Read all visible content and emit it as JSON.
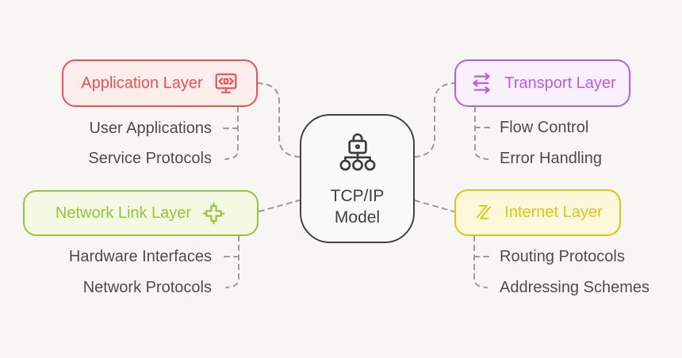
{
  "colors": {
    "page_bg": "#f7f6f4",
    "connector": "#9b9b9b",
    "subitem_text": "#4c4c4c",
    "center_border": "#414141",
    "center_bg": "#f9f9f7",
    "center_text": "#3e3e3e",
    "application_accent": "#ed5350",
    "application_bg": "#fdeded",
    "transport_accent": "#b95fdc",
    "transport_bg": "#faeffd",
    "network_link_accent": "#94c53c",
    "network_link_bg": "#f3f9e2",
    "internet_accent": "#ddc517",
    "internet_bg": "#fcf8d9"
  },
  "center": {
    "line1": "TCP/IP",
    "line2": "Model",
    "icon": "lock-network-icon"
  },
  "layers": {
    "application": {
      "label": "Application Layer",
      "icon": "code-monitor-icon",
      "items": [
        "User Applications",
        "Service Protocols"
      ]
    },
    "transport": {
      "label": "Transport Layer",
      "icon": "transfer-arrows-icon",
      "items": [
        "Flow Control",
        "Error Handling"
      ]
    },
    "network_link": {
      "label": "Network Link Layer",
      "icon": "network-node-icon",
      "items": [
        "Hardware Interfaces",
        "Network Protocols"
      ]
    },
    "internet": {
      "label": "Internet Layer",
      "icon": "route-slashes-icon",
      "items": [
        "Routing Protocols",
        "Addressing Schemes"
      ]
    }
  }
}
